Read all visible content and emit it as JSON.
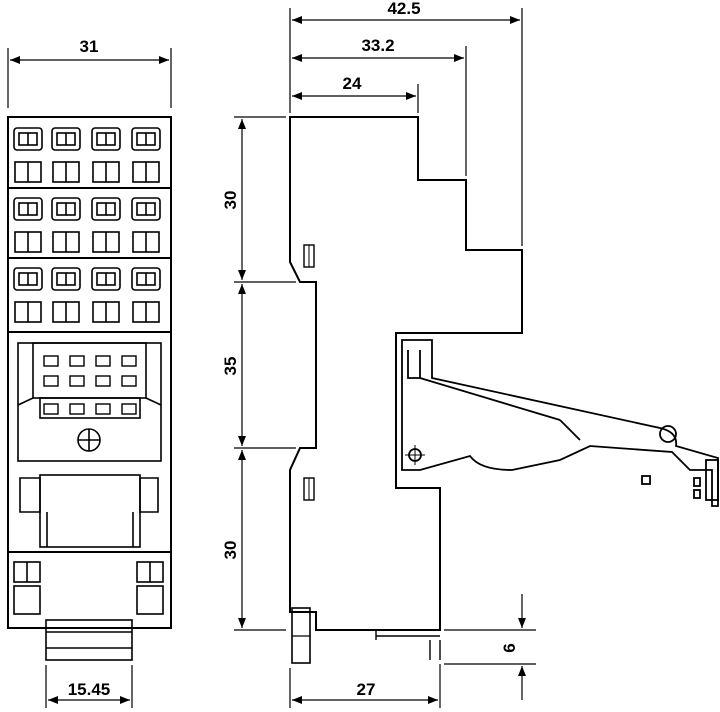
{
  "dimensions": {
    "front_width": "31",
    "base_width": "15.45",
    "depth_total": "42.5",
    "depth_mid": "33.2",
    "depth_small": "24",
    "height_top": "30",
    "height_rail": "35",
    "height_bottom": "30",
    "depth_lower": "27",
    "offset_bottom": "6"
  },
  "front_view": {
    "terminal_rows": 3,
    "terminals_per_row": 4
  },
  "colors": {
    "line": "#000000",
    "background": "#ffffff"
  }
}
